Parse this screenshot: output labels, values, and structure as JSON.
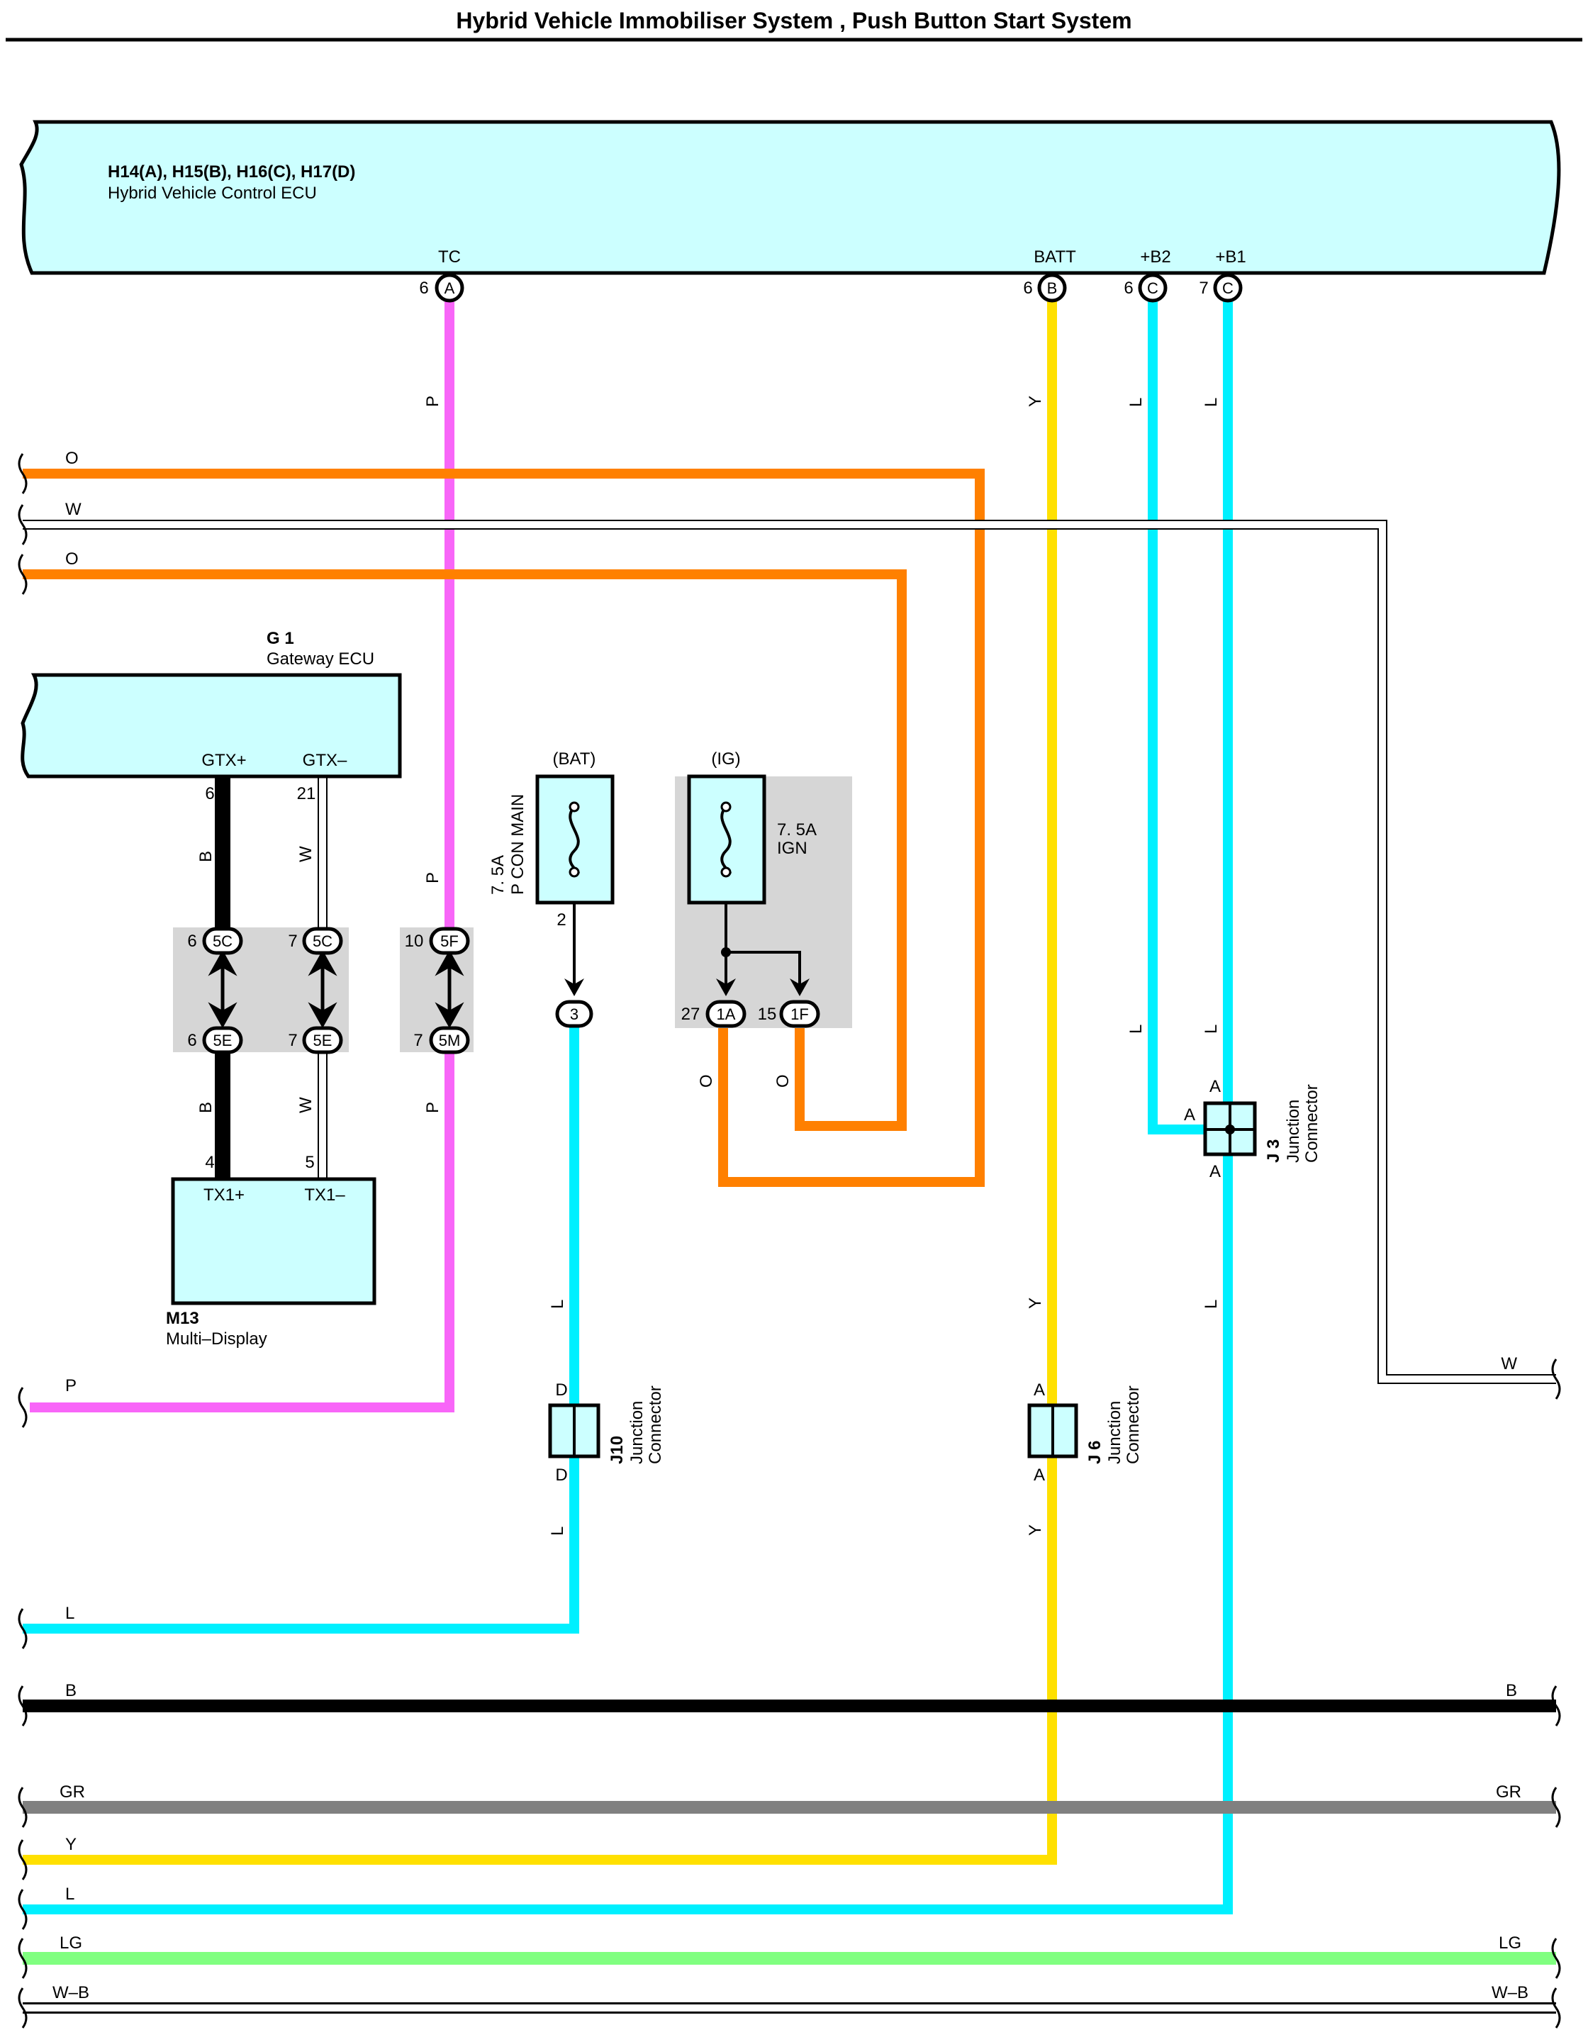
{
  "title": "Hybrid Vehicle Immobiliser System , Push Button Start System",
  "components": {
    "hv_ecu": {
      "codes": "H14(A), H15(B), H16(C), H17(D)",
      "name": "Hybrid Vehicle Control ECU",
      "terminals": [
        {
          "name": "TC",
          "pin": "6",
          "conn": "A"
        },
        {
          "name": "BATT",
          "pin": "6",
          "conn": "B"
        },
        {
          "name": "+B2",
          "pin": "6",
          "conn": "C"
        },
        {
          "name": "+B1",
          "pin": "7",
          "conn": "C"
        }
      ]
    },
    "gateway": {
      "code": "G 1",
      "name": "Gateway ECU",
      "terminals": [
        {
          "name": "GTX+",
          "pin": "6"
        },
        {
          "name": "GTX–",
          "pin": "21"
        }
      ]
    },
    "multi_display": {
      "code": "M13",
      "name": "Multi–Display",
      "terminals": [
        {
          "name": "TX1+",
          "pin": "4"
        },
        {
          "name": "TX1–",
          "pin": "5"
        }
      ]
    },
    "fuse_bat": {
      "supply": "(BAT)",
      "rating": "7. 5A",
      "name": "P CON MAIN",
      "pin": "2",
      "conn": "3"
    },
    "fuse_ig": {
      "supply": "(IG)",
      "rating": "7. 5A",
      "name": "IGN",
      "outputs": [
        {
          "pin": "27",
          "conn": "1A"
        },
        {
          "pin": "15",
          "conn": "1F"
        }
      ]
    },
    "j3": {
      "code": "J 3",
      "name_line1": "Junction",
      "name_line2": "Connector",
      "pin_labels": [
        "A",
        "A",
        "A"
      ]
    },
    "j6": {
      "code": "J 6",
      "name_line1": "Junction",
      "name_line2": "Connector",
      "pin_labels": [
        "A",
        "A"
      ]
    },
    "j10": {
      "code": "J10",
      "name_line1": "Junction",
      "name_line2": "Connector",
      "pin_labels": [
        "D",
        "D"
      ]
    }
  },
  "inline_connectors": [
    {
      "pin": "6",
      "conn": "5C"
    },
    {
      "pin": "7",
      "conn": "5C"
    },
    {
      "pin": "6",
      "conn": "5E"
    },
    {
      "pin": "7",
      "conn": "5E"
    },
    {
      "pin": "10",
      "conn": "5F"
    },
    {
      "pin": "7",
      "conn": "5M"
    }
  ],
  "wire_colors": [
    "P",
    "Y",
    "L",
    "L",
    "O",
    "W",
    "O",
    "B",
    "W",
    "P",
    "B",
    "W",
    "P",
    "O",
    "O",
    "L",
    "L",
    "L",
    "Y",
    "L",
    "L",
    "Y",
    "P",
    "L",
    "B",
    "GR",
    "Y",
    "L",
    "LG",
    "W–B",
    "W",
    "B",
    "GR",
    "LG",
    "W–B"
  ],
  "colors": {
    "P": "#f866f8",
    "Y": "#ffe000",
    "L": "#00f0ff",
    "O": "#ff8000",
    "B": "#000000",
    "W": "#ffffff",
    "GR": "#808080",
    "LG": "#80ff80",
    "component_fill": "#ccffff",
    "relay_block_fill": "#d6d6d6"
  }
}
